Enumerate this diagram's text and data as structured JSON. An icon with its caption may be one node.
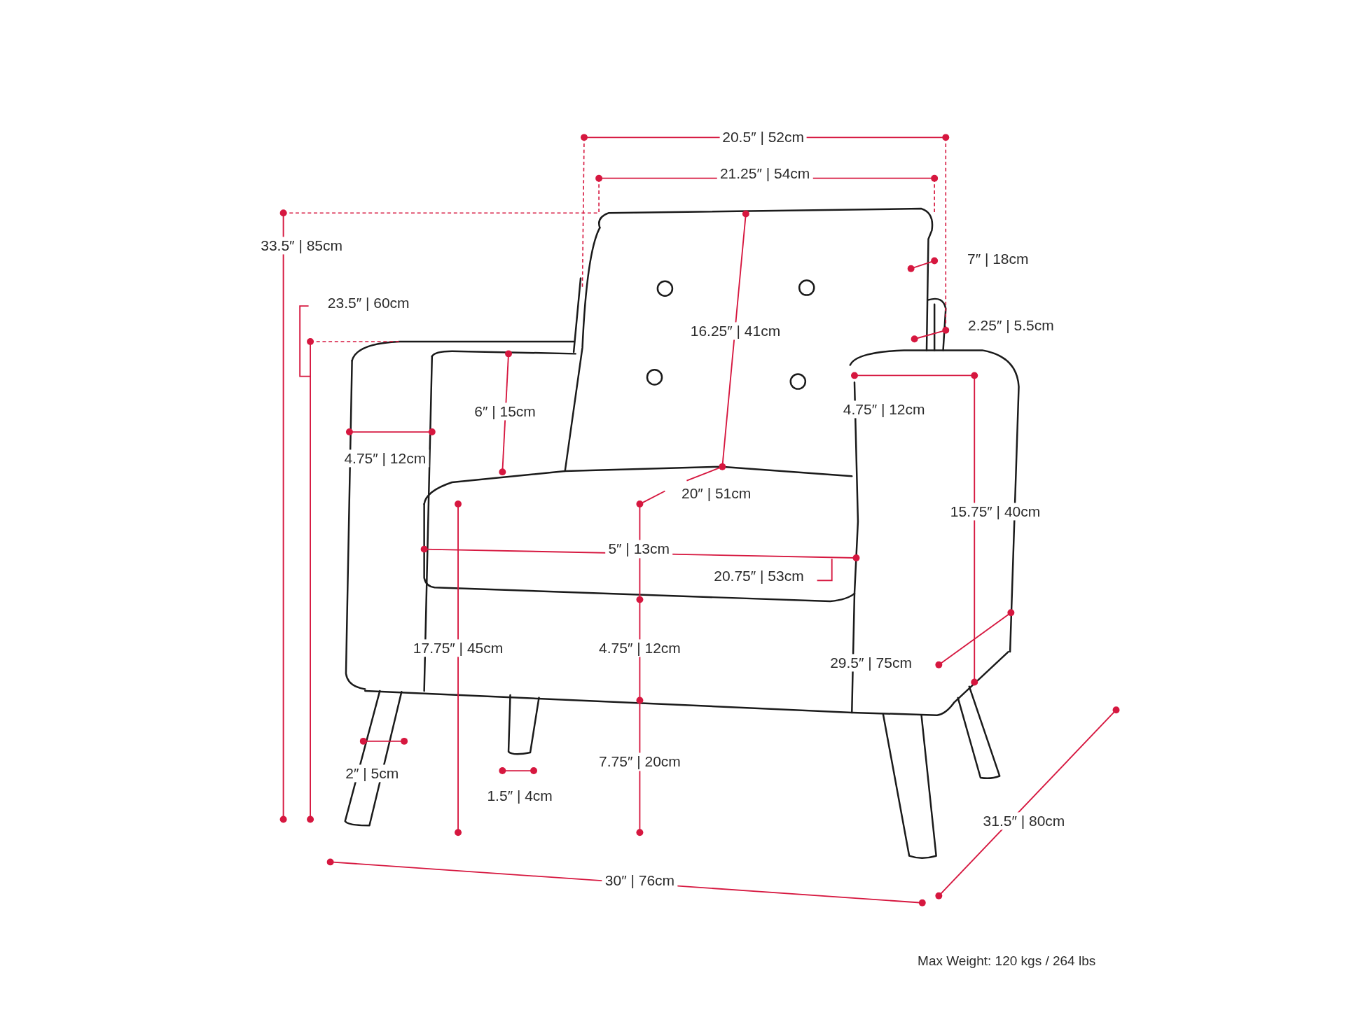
{
  "diagram": {
    "labels": [
      "20.5″ | 52cm",
      "21.25″ | 54cm",
      "33.5″ | 85cm",
      "7″ | 18cm",
      "23.5″ | 60cm",
      "2.25″ | 5.5cm",
      "16.25″ | 41cm",
      "6″ | 15cm",
      "4.75″ | 12cm",
      "4.75″ | 12cm",
      "20″ | 51cm",
      "15.75″ | 40cm",
      "5″ | 13cm",
      "20.75″ | 53cm",
      "17.75″ | 45cm",
      "4.75″ | 12cm",
      "29.5″ | 75cm",
      "7.75″ | 20cm",
      "2″ | 5cm",
      "1.5″ | 4cm",
      "31.5″ | 80cm",
      "30″ | 76cm",
      "Max Weight: 120 kgs / 264 lbs"
    ]
  }
}
